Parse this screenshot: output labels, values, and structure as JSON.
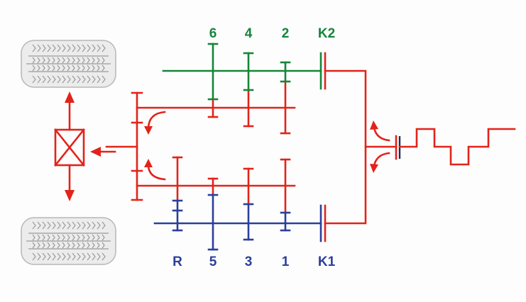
{
  "colors": {
    "red": "#e2231a",
    "green": "#16853a",
    "blue": "#2b3f9b"
  },
  "labels": {
    "even_gears": [
      "6",
      "4",
      "2"
    ],
    "clutch_2": "K2",
    "odd_gears": [
      "R",
      "5",
      "3",
      "1"
    ],
    "clutch_1": "K1"
  }
}
